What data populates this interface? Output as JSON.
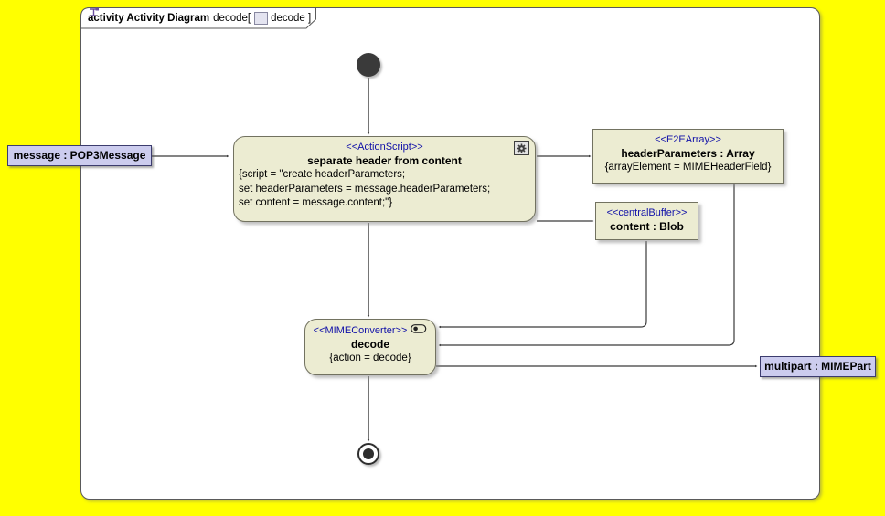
{
  "frame": {
    "title_bold": "activity Activity Diagram",
    "title_mid": "decode[",
    "title_end": "decode ]"
  },
  "nodes": {
    "action_script": {
      "stereotype": "<<ActionScript>>",
      "name": "separate header from content",
      "body_lines": [
        "{script = \"create headerParameters;",
        "set headerParameters = message.headerParameters;",
        "set content = message.content;\"}"
      ]
    },
    "header_parameters": {
      "stereotype": "<<E2EArray>>",
      "name": "headerParameters : Array",
      "property": "{arrayElement = MIMEHeaderField}"
    },
    "content_blob": {
      "stereotype": "<<centralBuffer>>",
      "name": "content : Blob"
    },
    "decode": {
      "stereotype": "<<MIMEConverter>>",
      "name": "decode",
      "property": "{action = decode}"
    },
    "message_pin": {
      "label": "message : POP3Message"
    },
    "multipart_pin": {
      "label": "multipart : MIMEPart"
    }
  },
  "colors": {
    "background": "#ffff00",
    "node_fill": "#ececd2",
    "node_border": "#727260",
    "object_fill": "#ccccee",
    "stereotype_text": "#0f0fa8",
    "edge": "#3a3a3a"
  },
  "icons": {
    "gear": "action-script-gear",
    "stadium": "converter-indicator",
    "diagram": "activity-diagram-icon"
  }
}
